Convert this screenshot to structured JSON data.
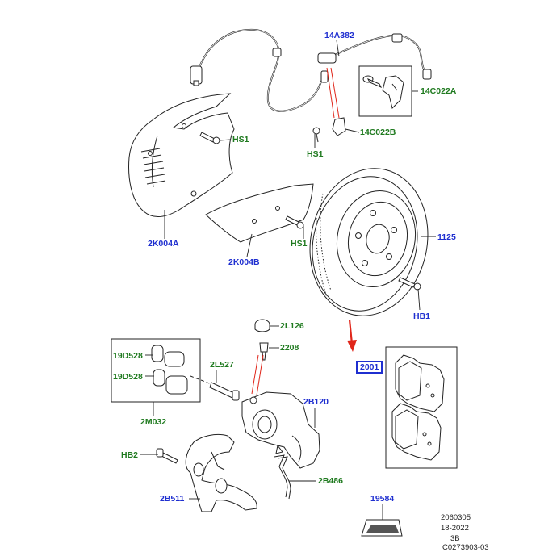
{
  "diagram": {
    "callouts": {
      "c14A382": "14A382",
      "c14C022A": "14C022A",
      "c14C022B": "14C022B",
      "cHS1_top": "HS1",
      "cHS1_mid": "HS1",
      "cHS1_low": "HS1",
      "c2K004A": "2K004A",
      "c2K004B": "2K004B",
      "c1125": "1125",
      "cHB1": "HB1",
      "c2L126": "2L126",
      "c2208": "2208",
      "c19D528_a": "19D528",
      "c19D528_b": "19D528",
      "c2L527": "2L527",
      "c2B120": "2B120",
      "c2M032": "2M032",
      "c2001": "2001",
      "cHB2": "HB2",
      "c2B486": "2B486",
      "c2B511": "2B511",
      "c19584": "19584"
    },
    "meta": {
      "line1": "2060305",
      "line2": "18-2022",
      "line3": "3B",
      "line4": "C0273903-03"
    },
    "colors": {
      "blue_label": "#1f2fd0",
      "green_label": "#1f7a1f",
      "red_arrow": "#e0261a",
      "line": "#222222"
    }
  }
}
